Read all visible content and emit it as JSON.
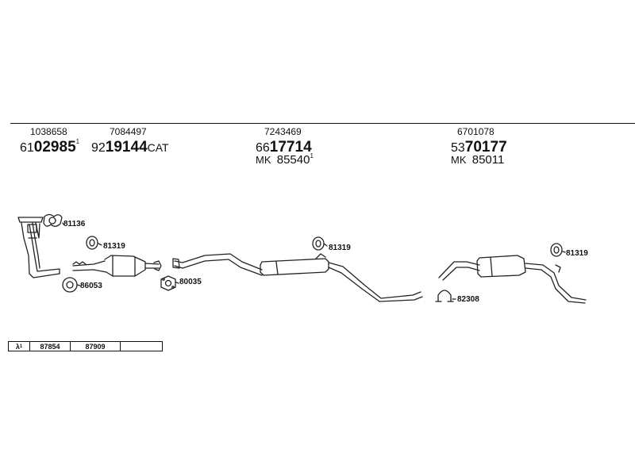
{
  "header": {
    "g1_small": "1038658",
    "g1_prefix": "61",
    "g1_main": "02985",
    "g1_sup": "1",
    "g2_small": "7084497",
    "g2_prefix": "92",
    "g2_main": "19144",
    "g2_suffix": "CAT",
    "g3_small": "7243469",
    "g3_prefix": "66",
    "g3_main": "17714",
    "g3_mk_label": "MK",
    "g3_mk_num": "85540",
    "g3_mk_sup": "1",
    "g4_small": "6701078",
    "g4_prefix": "53",
    "g4_main": "70177",
    "g4_mk_label": "MK",
    "g4_mk_num": "85011"
  },
  "labels": {
    "gasket_top": "81136",
    "ring_1": "81319",
    "gasket_round": "86053",
    "gasket_flange": "80035",
    "ring_2": "81319",
    "clamp": "82308",
    "ring_3": "81319"
  },
  "footer": {
    "lambda": "λ",
    "lambda_sup": "1",
    "cell_1": "87854",
    "cell_2": "87909",
    "cell_3": ""
  }
}
